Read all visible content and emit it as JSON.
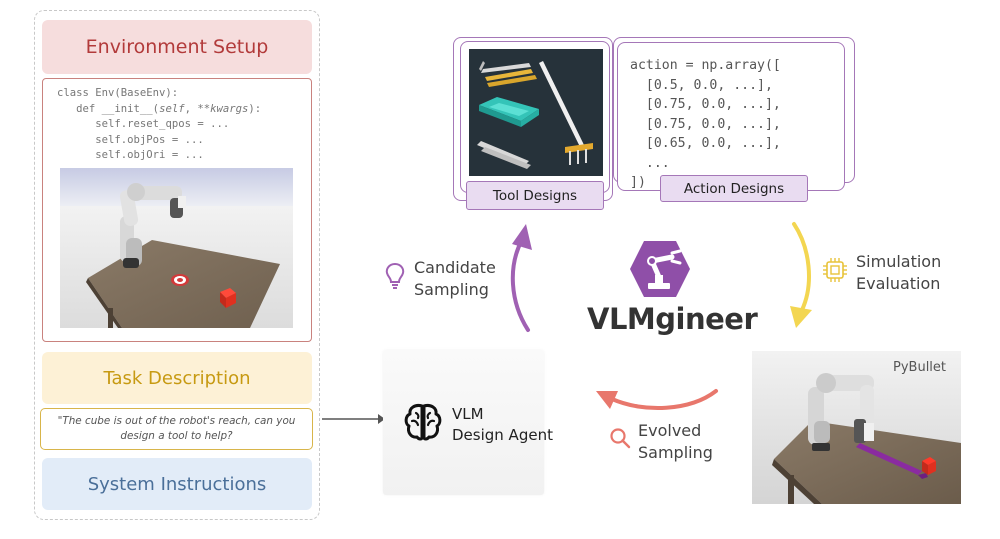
{
  "environment": {
    "title": "Environment Setup",
    "code_lines": {
      "l1": "class Env(BaseEnv):",
      "l2_pre": "def __init__(",
      "l2_self": "self",
      "l2_mid": ", **",
      "l2_kwargs": "kwargs",
      "l2_post": "):",
      "l3": "self.reset_qpos = ...",
      "l4": "self.objPos = ...",
      "l5": "self.objOri = ..."
    }
  },
  "task": {
    "title": "Task Description",
    "quote_line1": "\"The cube is out of the robot's reach, can you",
    "quote_line2": "design a tool to help?"
  },
  "system": {
    "title": "System Instructions"
  },
  "designs": {
    "tool_label": "Tool Designs",
    "action_label": "Action Designs",
    "action_code": [
      "action = np.array([",
      "  [0.5, 0.0, ...],",
      "  [0.75, 0.0, ...],",
      "  [0.75, 0.0, ...],",
      "  [0.65, 0.0, ...],",
      "  ...",
      "])"
    ]
  },
  "agent": {
    "line1": "VLM",
    "line2": "Design Agent",
    "icon": "brain-icon"
  },
  "brand": {
    "name": "VLMgineer",
    "icon": "robot-arm-hexagon-icon"
  },
  "flows": {
    "candidate": {
      "line1": "Candidate",
      "line2": "Sampling",
      "icon": "lightbulb-icon"
    },
    "simulation": {
      "line1": "Simulation",
      "line2": "Evaluation",
      "icon": "chip-icon"
    },
    "evolved": {
      "line1": "Evolved",
      "line2": "Sampling",
      "icon": "search-icon"
    }
  },
  "simulator": {
    "label": "PyBullet"
  },
  "colors": {
    "purple": "#a061b3",
    "yellow": "#f3d651",
    "red": "#e8776c",
    "env_red": "#b23a3a",
    "task_yellow": "#c79a12",
    "sys_blue": "#4a6f99"
  }
}
